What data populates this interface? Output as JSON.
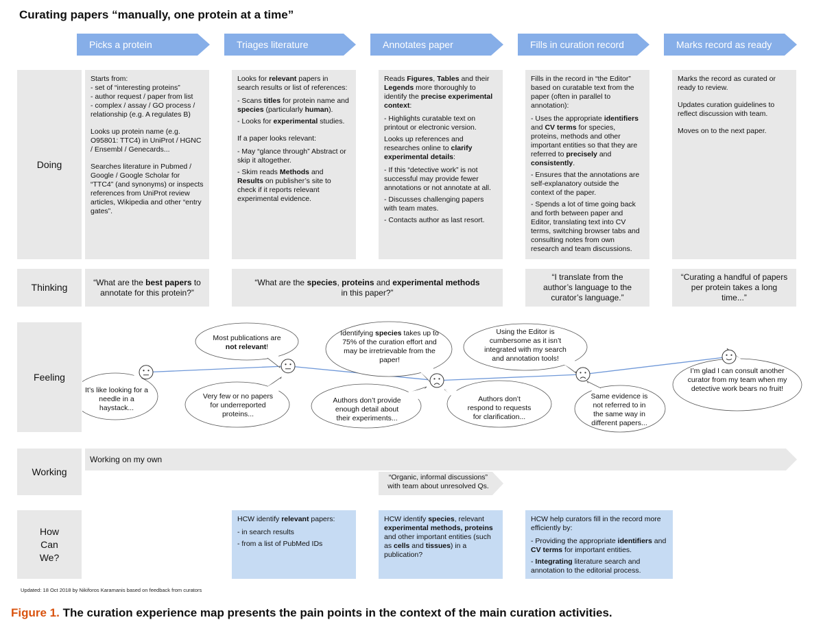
{
  "title": "Curating papers “manually, one protein at a time”",
  "phases": [
    "Picks a protein",
    "Triages literature",
    "Annotates paper",
    "Fills in curation record",
    "Marks record as ready"
  ],
  "rows": {
    "doing": "Doing",
    "thinking": "Thinking",
    "feeling": "Feeling",
    "working": "Working",
    "how_line1": "How",
    "how_line2": "Can",
    "how_line3": "We?"
  },
  "doing": {
    "picks": {
      "p1": "Starts from:",
      "l1": "set of “interesting proteins”",
      "l2": "author request / paper from list",
      "l3": "complex / assay / GO process / relationship (e.g. A regulates B)",
      "p2": "Looks up protein name (e.g. O95801: TTC4) in UniProt / HGNC / Ensembl / Genecards...",
      "p3": "Searches literature in Pubmed / Google / Google Scholar for “TTC4” (and synonyms) or inspects references from UniProt review articles, Wikipedia and other “entry gates”."
    },
    "triage": {
      "p1a": "Looks for ",
      "p1b": "relevant",
      "p1c": " papers in search results or list of references:",
      "l1a": "Scans ",
      "l1b": "titles",
      "l1c": " for protein name and ",
      "l1d": "species",
      "l1e": " (particularly ",
      "l1f": "human",
      "l1g": ").",
      "l2a": "Looks for ",
      "l2b": "experimental",
      "l2c": " studies.",
      "p2": "If a paper looks relevant:",
      "l3": "May “glance through” Abstract or skip it altogether.",
      "l4a": "Skim reads ",
      "l4b": "Methods",
      "l4c": " and ",
      "l4d": "Results",
      "l4e": " on publisher’s site to check if it reports relevant experimental evidence."
    },
    "annotate": {
      "p1a": "Reads ",
      "p1b": "Figures",
      "p1c": ", ",
      "p1d": "Tables",
      "p1e": " and their ",
      "p1f": "Legends",
      "p1g": " more thoroughly to identify the ",
      "p1h": "precise experimental context",
      "p1i": ":",
      "l1": "Highlights curatable text on printout or electronic version.",
      "p2a": "Looks up references and researches online to ",
      "p2b": "clarify experimental details",
      "p2c": ":",
      "l2": "If this “detective work” is not successful may provide fewer annotations or not annotate at all.",
      "l3": "Discusses challenging papers with team mates.",
      "l4": "Contacts author as last resort."
    },
    "fills": {
      "p1": "Fills in the record in “the Editor” based on curatable text from the paper (often in parallel to annotation):",
      "l1a": "Uses the appropriate ",
      "l1b": "identifiers",
      "l1c": " and ",
      "l1d": "CV terms",
      "l1e": " for species, proteins, methods and other important entities so that they are referred to ",
      "l1f": "precisely",
      "l1g": " and ",
      "l1h": "consistently",
      "l1i": ".",
      "l2": "Ensures that the annotations are self-explanatory outside the context of the paper.",
      "l3": "Spends a lot of time going back and forth between paper and Editor, translating text into CV terms, switching browser tabs and consulting notes from own research and team discussions."
    },
    "marks": {
      "p1": "Marks the record as curated or ready to review.",
      "p2": "Updates curation guidelines to reflect discussion with team.",
      "p3": "Moves on to the next paper."
    }
  },
  "thinking": {
    "t1a": "“What are the ",
    "t1b": "best papers",
    "t1c": " to annotate for this protein?”",
    "t2a": "“What are the ",
    "t2b": "species",
    "t2c": ", ",
    "t2d": "proteins",
    "t2e": " and ",
    "t2f": "experimental methods",
    "t2g": " in this paper?”",
    "t3": "“I translate from the author’s language to the curator’s language.”",
    "t4": "“Curating a handful of papers per protein takes a long time...”"
  },
  "feeling": {
    "b1": "It’s like looking for a needle in a haystack...",
    "b2a": "Most publications are ",
    "b2b": "not relevant",
    "b2c": "!",
    "b3": "Very few or no papers for underreported proteins...",
    "b4a": "Identifying ",
    "b4b": "species",
    "b4c": " takes up to 75% of the curation effort and may be irretrievable from the paper!",
    "b5": "Authors don’t provide enough detail about their experiments...",
    "b6": "Authors don’t respond to requests for clarification...",
    "b7": "Using the Editor is cumbersome as it isn’t integrated with my search and annotation tools!",
    "b8": "Same evidence is not referred to in the same way in different papers...",
    "b9": "I’m glad I can consult another curator from my team when my detective work bears no fruit!",
    "emotion_curve": [
      0.55,
      0.35,
      0.82,
      0.62,
      0.05
    ],
    "line_color": "#6f98d8"
  },
  "working": {
    "main": "Working on my own",
    "sub": "“Organic, informal discussions” with team about unresolved Qs."
  },
  "hcw": {
    "h1a": "HCW identify ",
    "h1b": "relevant",
    "h1c": " papers:",
    "h1l1": "in search results",
    "h1l2": "from a list of PubMed IDs",
    "h2a": "HCW identify ",
    "h2b": "species",
    "h2c": ", relevant ",
    "h2d": "experimental methods, proteins",
    "h2e": " and other important entities (such as ",
    "h2f": "cells",
    "h2g": " and ",
    "h2h": "tissues",
    "h2i": ") in a publication?",
    "h3": "HCW help curators fill in the record more efficiently by:",
    "h3l1a": "Providing the appropriate ",
    "h3l1b": "identifiers",
    "h3l1c": " and ",
    "h3l1d": "CV terms",
    "h3l1e": " for important entities.",
    "h3l2a": "Integrating",
    "h3l2b": " literature search and annotation to the editorial process."
  },
  "footnote": "Updated: 18 Oct 2018 by Nikiforos Karamanis based on feedback from curators",
  "caption": {
    "fig": "Figure 1.",
    "text": " The curation experience map presents the pain points in the context of the main curation activities."
  },
  "colors": {
    "phase": "#86aee8",
    "card": "#e8e8e8",
    "hcw": "#c6dbf3",
    "caption_accent": "#d9530f"
  }
}
